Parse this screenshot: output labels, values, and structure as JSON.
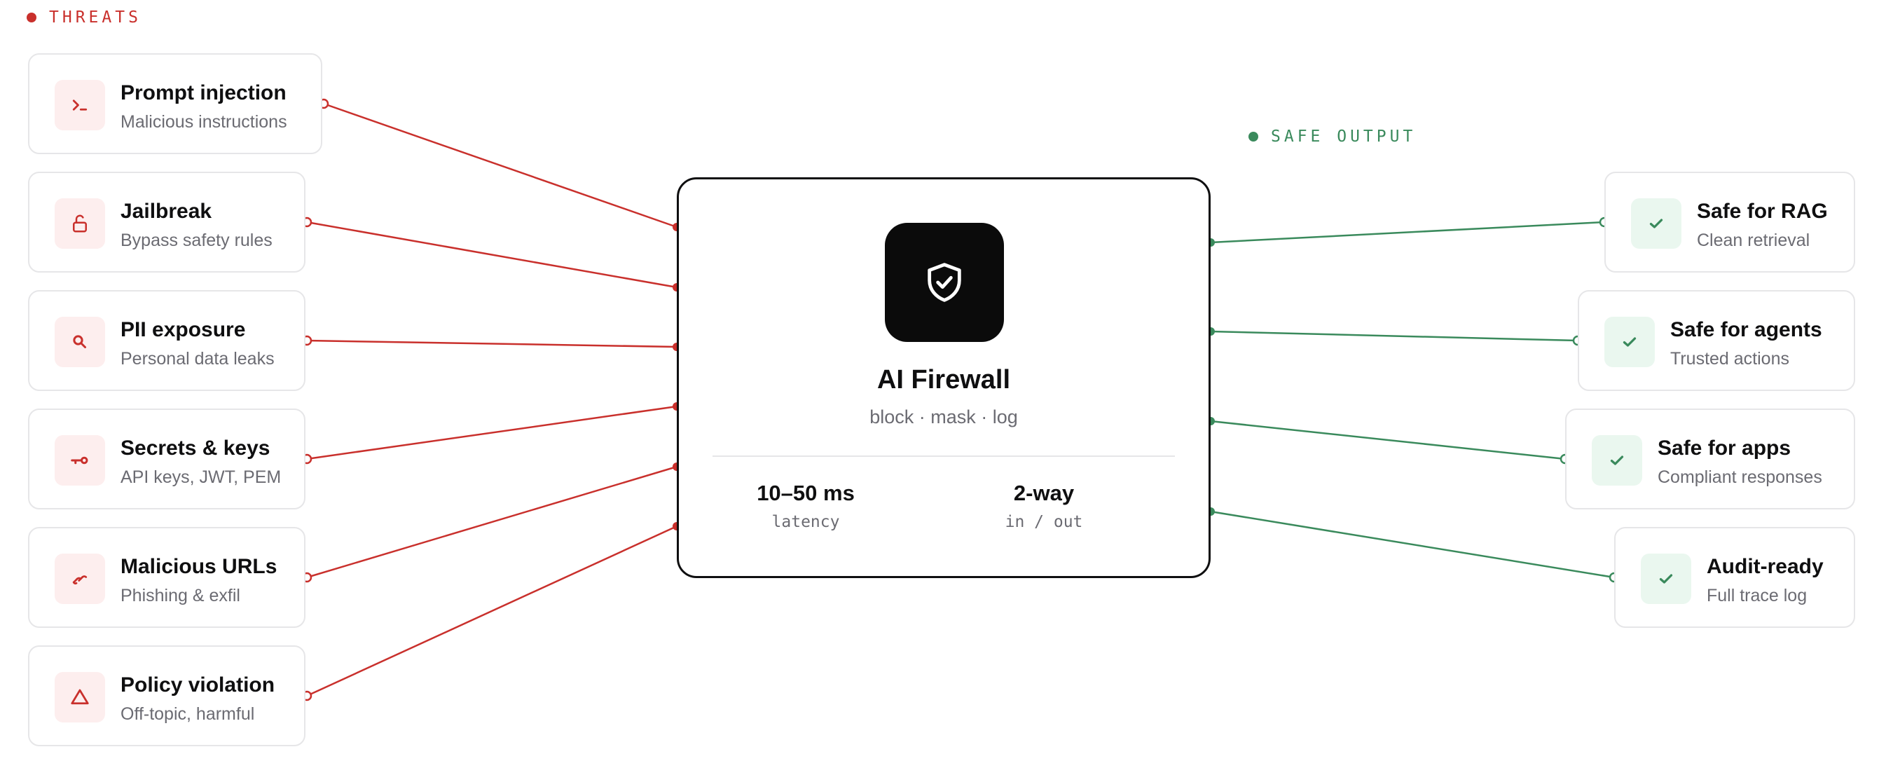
{
  "colors": {
    "threat": "#c9302c",
    "safe": "#3a8a5c",
    "ink": "#0f0f10",
    "muted": "#6b6b72"
  },
  "threats_label": "THREATS",
  "safe_label": "SAFE OUTPUT",
  "threats": [
    {
      "title": "Prompt injection",
      "subtitle": "Malicious instructions",
      "icon": "terminal-icon"
    },
    {
      "title": "Jailbreak",
      "subtitle": "Bypass safety rules",
      "icon": "unlock-icon"
    },
    {
      "title": "PII exposure",
      "subtitle": "Personal data leaks",
      "icon": "search-icon"
    },
    {
      "title": "Secrets & keys",
      "subtitle": "API keys, JWT, PEM",
      "icon": "key-icon"
    },
    {
      "title": "Malicious URLs",
      "subtitle": "Phishing & exfil",
      "icon": "link-icon"
    },
    {
      "title": "Policy violation",
      "subtitle": "Off-topic, harmful",
      "icon": "warning-triangle-icon"
    }
  ],
  "firewall": {
    "title": "AI Firewall",
    "subtitle": "block · mask · log",
    "icon": "shield-check-icon",
    "stats": [
      {
        "value": "10–50 ms",
        "label": "latency"
      },
      {
        "value": "2-way",
        "label": "in / out"
      }
    ]
  },
  "outputs": [
    {
      "title": "Safe for RAG",
      "subtitle": "Clean retrieval",
      "icon": "check-icon"
    },
    {
      "title": "Safe for agents",
      "subtitle": "Trusted actions",
      "icon": "check-icon"
    },
    {
      "title": "Safe for apps",
      "subtitle": "Compliant responses",
      "icon": "check-icon"
    },
    {
      "title": "Audit-ready",
      "subtitle": "Full trace log",
      "icon": "check-icon"
    }
  ]
}
